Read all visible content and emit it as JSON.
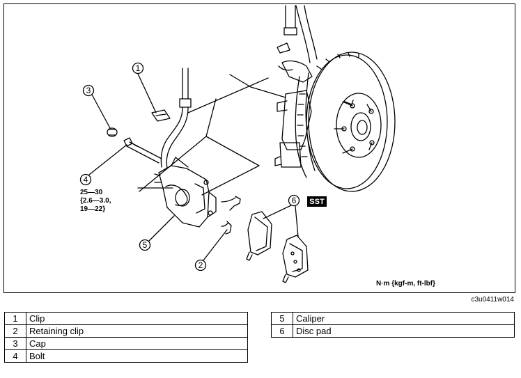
{
  "diagram": {
    "callouts": [
      "1",
      "2",
      "3",
      "4",
      "5",
      "6"
    ],
    "torque_spec": {
      "line1": "25—30",
      "line2": "{2.6—3.0,",
      "line3": "19—22}"
    },
    "sst_label": "SST",
    "units_label": "N·m {kgf-m, ft-lbf}",
    "figure_code": "c3u0411w014"
  },
  "legend_left": [
    {
      "num": "1",
      "label": "Clip"
    },
    {
      "num": "2",
      "label": "Retaining clip"
    },
    {
      "num": "3",
      "label": "Cap"
    },
    {
      "num": "4",
      "label": "Bolt"
    }
  ],
  "legend_right": [
    {
      "num": "5",
      "label": "Caliper"
    },
    {
      "num": "6",
      "label": "Disc pad"
    }
  ]
}
